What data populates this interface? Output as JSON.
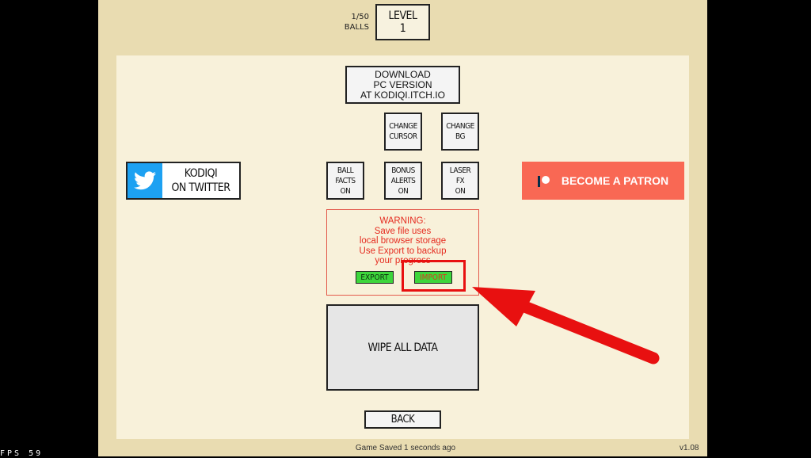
{
  "hud": {
    "balls_label": "1/50\nBALLS",
    "level_label": "LEVEL\n1"
  },
  "download_label": "DOWNLOAD\nPC VERSION\nAT KODIQI.ITCH.IO",
  "options": {
    "change_cursor": "CHANGE\nCURSOR",
    "change_bg": "CHANGE\nBG",
    "ball_facts": "BALL\nFACTS\nON",
    "bonus_alerts": "BONUS\nALERTS\nON",
    "laser_fx": "LASER\nFX\nON"
  },
  "twitter_label": "KODIQI\nON TWITTER",
  "patron_label": "BECOME A PATRON",
  "warning_text": "WARNING:\nSave file uses\nlocal browser storage\nUse Export to backup\nyour progress",
  "export_label": "EXPORT",
  "import_label": "IMPORT",
  "wipe_label": "WIPE ALL DATA",
  "back_label": "BACK",
  "status": {
    "saved_text": "Game Saved 1 seconds ago",
    "version": "v1.08",
    "fps": "FPS 59"
  },
  "icons": {
    "twitter": "twitter-bird-icon",
    "patreon": "patreon-logo-icon"
  },
  "colors": {
    "patron_bg": "#f96854",
    "twitter_blue": "#1da1f2",
    "green_button": "#3dd63c",
    "warning_red": "#e52c20",
    "highlight_red": "#e81010"
  }
}
